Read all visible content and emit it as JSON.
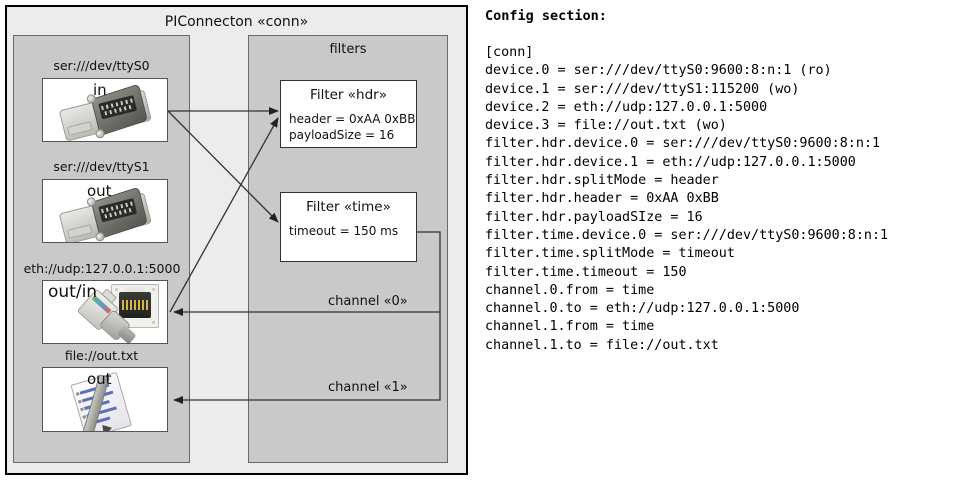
{
  "diagram": {
    "title": "PIConnecton «conn»",
    "devices_panel": {
      "name": "devices-panel",
      "items": [
        {
          "caption": "ser:///dev/ttyS0",
          "direction": "in",
          "icon": "serial-port-icon"
        },
        {
          "caption": "ser:///dev/ttyS1",
          "direction": "out",
          "icon": "serial-port-icon"
        },
        {
          "caption": "eth://udp:127.0.0.1:5000",
          "direction": "out/in",
          "icon": "ethernet-rj45-icon"
        },
        {
          "caption": "file://out.txt",
          "direction": "out",
          "icon": "text-document-pen-icon"
        }
      ]
    },
    "filters_panel": {
      "title": "filters",
      "filters": [
        {
          "title": "Filter «hdr»",
          "attrs": [
            "header = 0xAA 0xBB",
            "payloadSize = 16"
          ]
        },
        {
          "title": "Filter «time»",
          "attrs": [
            "timeout = 150 ms"
          ]
        }
      ]
    },
    "channels": [
      {
        "label": "channel «0»"
      },
      {
        "label": "channel «1»"
      }
    ]
  },
  "config": {
    "heading": "Config section:",
    "lines": [
      "[conn]",
      "device.0 = ser:///dev/ttyS0:9600:8:n:1 (ro)",
      "device.1 = ser:///dev/ttyS1:115200 (wo)",
      "device.2 = eth://udp:127.0.0.1:5000",
      "device.3 = file://out.txt (wo)",
      "filter.hdr.device.0 = ser:///dev/ttyS0:9600:8:n:1",
      "filter.hdr.device.1 = eth://udp:127.0.0.1:5000",
      "filter.hdr.splitMode = header",
      "filter.hdr.header = 0xAA 0xBB",
      "filter.hdr.payloadSIze = 16",
      "filter.time.device.0 = ser:///dev/ttyS0:9600:8:n:1",
      "filter.time.splitMode = timeout",
      "filter.time.timeout = 150",
      "channel.0.from = time",
      "channel.0.to = eth://udp:127.0.0.1:5000",
      "channel.1.from = time",
      "channel.1.to = file://out.txt"
    ],
    "text": "[conn]\ndevice.0 = ser:///dev/ttyS0:9600:8:n:1 (ro)\ndevice.1 = ser:///dev/ttyS1:115200 (wo)\ndevice.2 = eth://udp:127.0.0.1:5000\ndevice.3 = file://out.txt (wo)\nfilter.hdr.device.0 = ser:///dev/ttyS0:9600:8:n:1\nfilter.hdr.device.1 = eth://udp:127.0.0.1:5000\nfilter.hdr.splitMode = header\nfilter.hdr.header = 0xAA 0xBB\nfilter.hdr.payloadSIze = 16\nfilter.time.device.0 = ser:///dev/ttyS0:9600:8:n:1\nfilter.time.splitMode = timeout\nfilter.time.timeout = 150\nchannel.0.from = time\nchannel.0.to = eth://udp:127.0.0.1:5000\nchannel.1.from = time\nchannel.1.to = file://out.txt"
  },
  "colors": {
    "outer_bg": "#ececec",
    "panel_bg": "#c9c9c9",
    "box_bg": "#ffffff",
    "border": "#000000",
    "line": "#333333"
  }
}
